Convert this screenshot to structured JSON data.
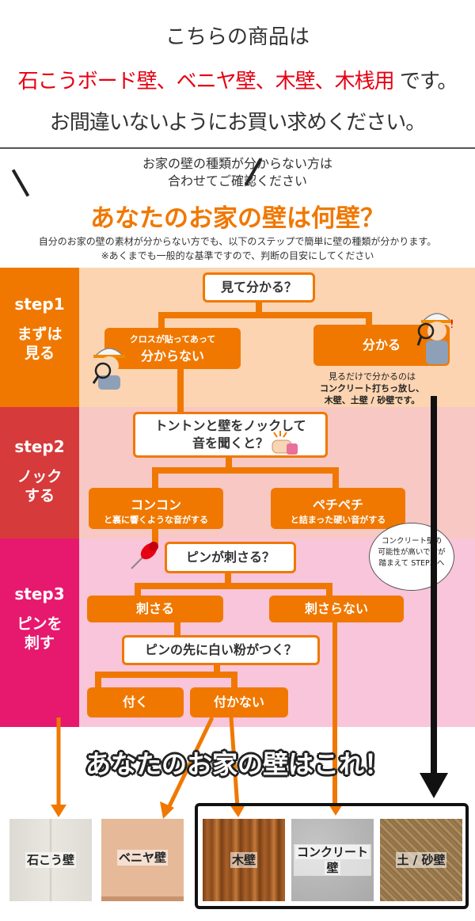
{
  "notice": {
    "line1": "こちらの商品は",
    "line2_red": "石こうボード壁、ベニヤ壁、木壁、木桟用",
    "line2_tail": " です。",
    "line3": "お間違いないようにお買い求めください。"
  },
  "intro": {
    "line1": "お家の壁の種類が分からない方は",
    "line2": "合わせてご確認ください",
    "heading": "あなたのお家の壁は何壁？",
    "desc1": "自分のお家の壁の素材が分からない方でも、以下のステップで簡単に壁の種類が分かります。",
    "desc2": "※あくまでも一般的な基準ですので、判断の目安にしてください"
  },
  "steps": [
    {
      "label": "step1",
      "text1": "まずは",
      "text2": "見る",
      "color": "#f07800"
    },
    {
      "label": "step2",
      "text1": "ノック",
      "text2": "する",
      "color": "#d63a3a"
    },
    {
      "label": "step3",
      "text1": "ピンを",
      "text2": "刺す",
      "color": "#e6196e"
    }
  ],
  "flow": {
    "q1": "見て分かる？",
    "q1_no_small": "クロスが貼ってあって",
    "q1_no": "分からない",
    "q1_yes": "分かる",
    "q1_yes_note1": "見るだけで分かるのは",
    "q1_yes_note2": "コンクリート打ちっ放し、",
    "q1_yes_note3": "木壁、土壁 / 砂壁です。",
    "q2_line1": "トントンと壁をノックして",
    "q2_line2": "音を聞くと？",
    "q2_a": "コンコン",
    "q2_a_small": "と裏に響くような音がする",
    "q2_b": "ペチペチ",
    "q2_b_small": "と詰まった硬い音がする",
    "bubble1": "コンクリート壁の",
    "bubble2": "可能性が高いですが",
    "bubble3": "踏まえて STEP3 へ",
    "q3": "ピンが刺さる？",
    "q3_yes": "刺さる",
    "q3_no": "刺さらない",
    "q4": "ピンの先に白い粉がつく？",
    "q4_yes": "付く",
    "q4_no": "付かない"
  },
  "result": {
    "banner": "あなたのお家の壁はこれ！",
    "tiles": [
      {
        "label": "石こう壁"
      },
      {
        "label": "ベニヤ壁"
      },
      {
        "label": "木壁"
      },
      {
        "label1": "コンクリート",
        "label2": "壁"
      },
      {
        "label": "土 / 砂壁"
      }
    ]
  },
  "colors": {
    "orange": "#f07800",
    "red_text": "#e60012",
    "band1": "#fcd4b1",
    "band2": "#f8c8c4",
    "band3": "#f9c5da"
  }
}
